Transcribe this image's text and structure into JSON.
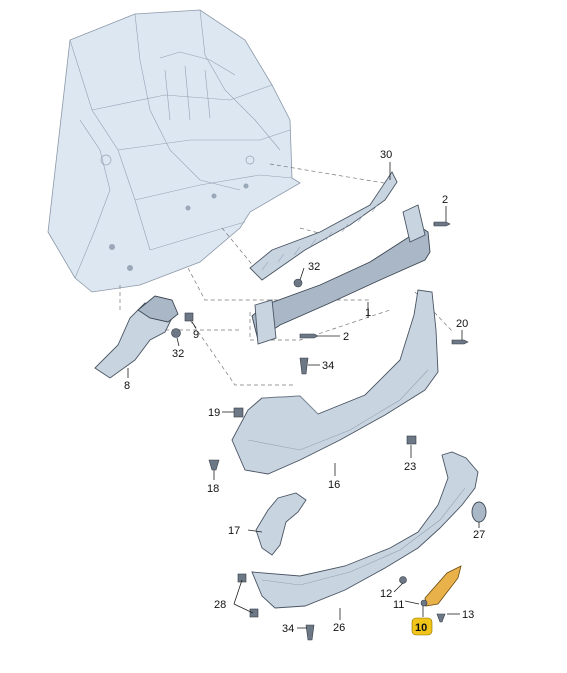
{
  "labels": {
    "l30": "30",
    "l2a": "2",
    "l32a": "32",
    "l1": "1",
    "l2b": "2",
    "l20": "20",
    "l9": "9",
    "l32b": "32",
    "l8": "8",
    "l34a": "34",
    "l19": "19",
    "l23": "23",
    "l16": "16",
    "l18": "18",
    "l17": "17",
    "l27": "27",
    "l28": "28",
    "l12": "12",
    "l11": "11",
    "l10": "10",
    "l13": "13",
    "l34b": "34",
    "l26": "26"
  },
  "colors": {
    "highlight": "#f0c419",
    "body": "#dde7f2",
    "parts": "#c9d4e1"
  }
}
